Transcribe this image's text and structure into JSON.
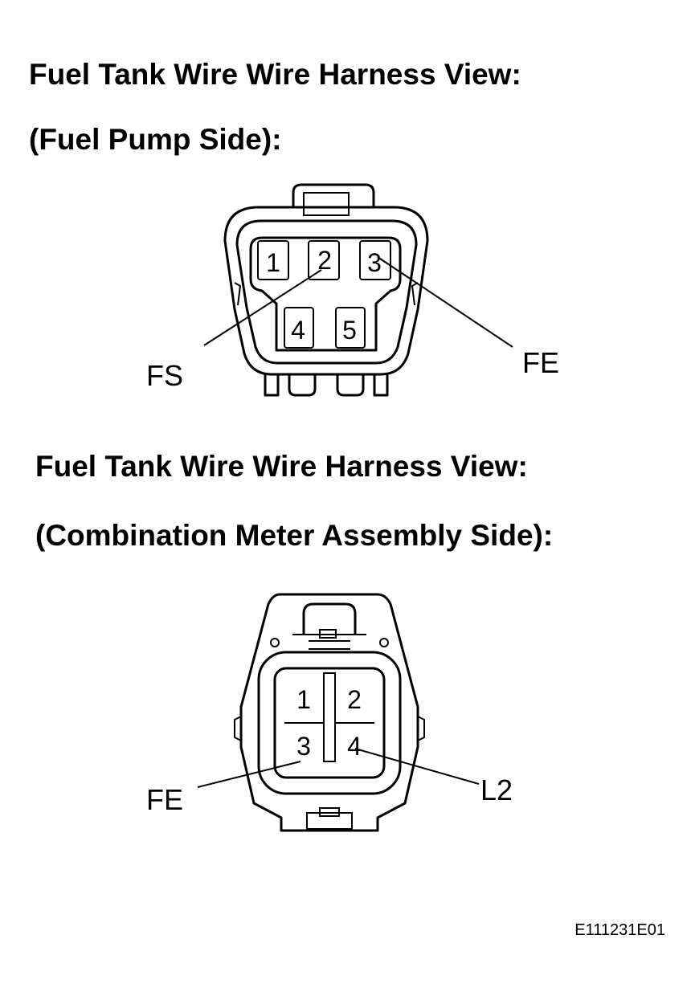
{
  "diagram": {
    "connector_fuel_pump": {
      "title": "Fuel Tank Wire Wire Harness View:",
      "subtitle": "(Fuel Pump Side):",
      "pins": [
        "1",
        "2",
        "3",
        "4",
        "5"
      ],
      "wire_labels": {
        "fs": "FS",
        "fe": "FE"
      }
    },
    "connector_combination_meter": {
      "title": "Fuel Tank Wire Wire Harness View:",
      "subtitle": "(Combination Meter Assembly Side):",
      "pins": [
        "1",
        "2",
        "3",
        "4"
      ],
      "wire_labels": {
        "fe": "FE",
        "l2": "L2"
      }
    },
    "figure_code": "E111231E01"
  }
}
